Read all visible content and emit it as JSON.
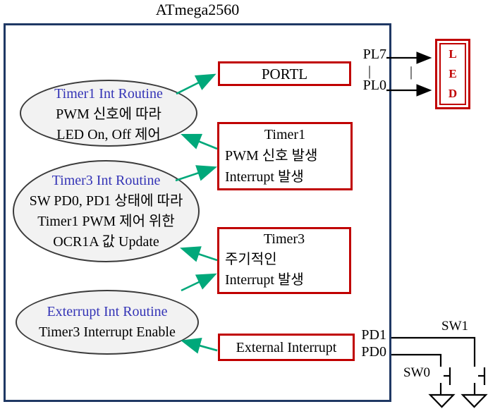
{
  "title": "ATmega2560",
  "colors": {
    "mcu_border_navy": "#1F3864",
    "block_border_red": "#C00000",
    "arrow_green": "#00A87A",
    "routine_title_blue": "#3434B6",
    "ellipse_fill": "#F2F2F2"
  },
  "routines": [
    {
      "title": "Timer1 Int Routine",
      "lines": [
        "PWM 신호에 따라",
        "LED On, Off 제어"
      ]
    },
    {
      "title": "Timer3 Int Routine",
      "lines": [
        "SW PD0, PD1 상태에 따라",
        "Timer1 PWM 제어 위한",
        "OCR1A 값 Update"
      ]
    },
    {
      "title": "Exterrupt Int Routine",
      "lines": [
        "Timer3 Interrupt Enable"
      ]
    }
  ],
  "blocks": {
    "portl": {
      "label": "PORTL"
    },
    "timer1": {
      "title": "Timer1",
      "lines": [
        "PWM 신호 발생",
        "Interrupt 발생"
      ]
    },
    "timer3": {
      "title": "Timer3",
      "lines": [
        "주기적인",
        "Interrupt 발생"
      ]
    },
    "external_interrupt": {
      "label": "External Interrupt"
    }
  },
  "pins": {
    "pl7": "PL7",
    "pl0": "PL0",
    "pd1": "PD1",
    "pd0": "PD0",
    "bus_mark": "|"
  },
  "led": {
    "letters": [
      "L",
      "E",
      "D"
    ]
  },
  "switches": {
    "sw0": "SW0",
    "sw1": "SW1"
  }
}
